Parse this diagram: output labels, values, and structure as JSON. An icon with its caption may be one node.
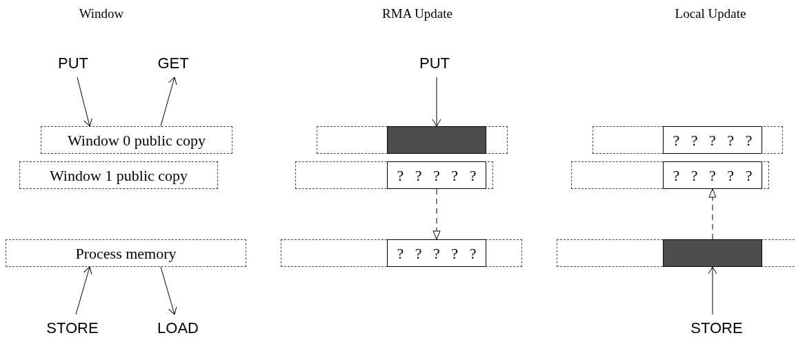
{
  "diagram": {
    "nodes": [
      {
        "text": [
          "PUT"
        ]
      },
      {
        "text": [
          "GET"
        ]
      },
      {
        "text": [
          "Window 0 public copy"
        ]
      },
      {
        "text": [
          "Window 1 public copy"
        ]
      },
      {
        "text": [
          "Process memory"
        ]
      },
      {
        "text": [
          "STORE"
        ]
      },
      {
        "text": [
          "LOAD"
        ]
      },
      {
        "text": [
          "PUT"
        ]
      },
      {
        "text": [],
        "shape": "box"
      },
      {
        "text": [],
        "shape": "bar",
        "in": 8
      },
      {
        "text": [],
        "shape": "box"
      },
      {
        "text": [
          "? ? ? ? ?"
        ],
        "in": 10
      },
      {
        "text": [],
        "shape": "box"
      },
      {
        "text": [
          "? ? ? ? ?"
        ],
        "in": 12
      },
      {
        "text": [],
        "shape": "box"
      },
      {
        "text": [
          "? ? ? ? ?"
        ],
        "in": 14
      },
      {
        "text": [],
        "shape": "box"
      },
      {
        "text": [
          "? ? ? ? ?"
        ],
        "in": 16
      },
      {
        "text": [],
        "shape": "box"
      },
      {
        "text": [],
        "shape": "bar",
        "in": 18
      },
      {
        "text": [
          "STORE"
        ]
      }
    ],
    "edges": [
      {
        "from": 0,
        "to": 2,
        "arrow": "to"
      },
      {
        "from": 2,
        "to": 1,
        "arrow": "to"
      },
      {
        "from": 5,
        "to": 4,
        "arrow": "to"
      },
      {
        "from": 4,
        "to": 6,
        "arrow": "to"
      },
      {
        "from": 7,
        "to": 9,
        "arrow": "to"
      },
      {
        "from": 11,
        "to": 13,
        "arrow": "to",
        "style": "dashed"
      },
      {
        "from": 20,
        "to": 19,
        "arrow": "to"
      },
      {
        "from": 19,
        "to": 17,
        "arrow": "to",
        "style": "dashed"
      }
    ],
    "labels": [
      "Window",
      "RMA Update",
      "Local Update"
    ]
  }
}
